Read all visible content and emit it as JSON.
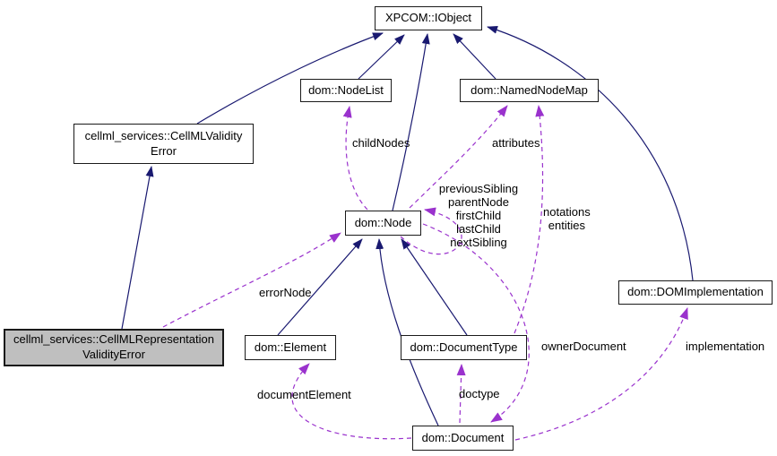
{
  "diagram": {
    "type": "collaboration-graph",
    "colors": {
      "inheritance_edge": "#191970",
      "usage_edge": "#9a32cd",
      "node_fill": "#ffffff",
      "node_border": "#1a1a1a",
      "current_node_fill": "#bfbfbf",
      "label_color": "#000000"
    },
    "nodes": {
      "iobject": {
        "label": "XPCOM::IObject"
      },
      "nodelist": {
        "label": "dom::NodeList"
      },
      "namednodemap": {
        "label": "dom::NamedNodeMap"
      },
      "cellml_validity_error": {
        "label": "cellml_services::CellMLValidity\nError"
      },
      "node": {
        "label": "dom::Node"
      },
      "domimplementation": {
        "label": "dom::DOMImplementation"
      },
      "cellml_representation_validity_error": {
        "label": "cellml_services::CellMLRepresentation\nValidityError"
      },
      "element": {
        "label": "dom::Element"
      },
      "documenttype": {
        "label": "dom::DocumentType"
      },
      "document": {
        "label": "dom::Document"
      }
    },
    "edge_labels": {
      "childNodes": "childNodes",
      "attributes": "attributes",
      "node_self_members": "previousSibling\nparentNode\nfirstChild\nlastChild\nnextSibling",
      "notations_entities": "notations\nentities",
      "errorNode": "errorNode",
      "documentElement": "documentElement",
      "doctype": "doctype",
      "ownerDocument": "ownerDocument",
      "implementation": "implementation"
    }
  }
}
